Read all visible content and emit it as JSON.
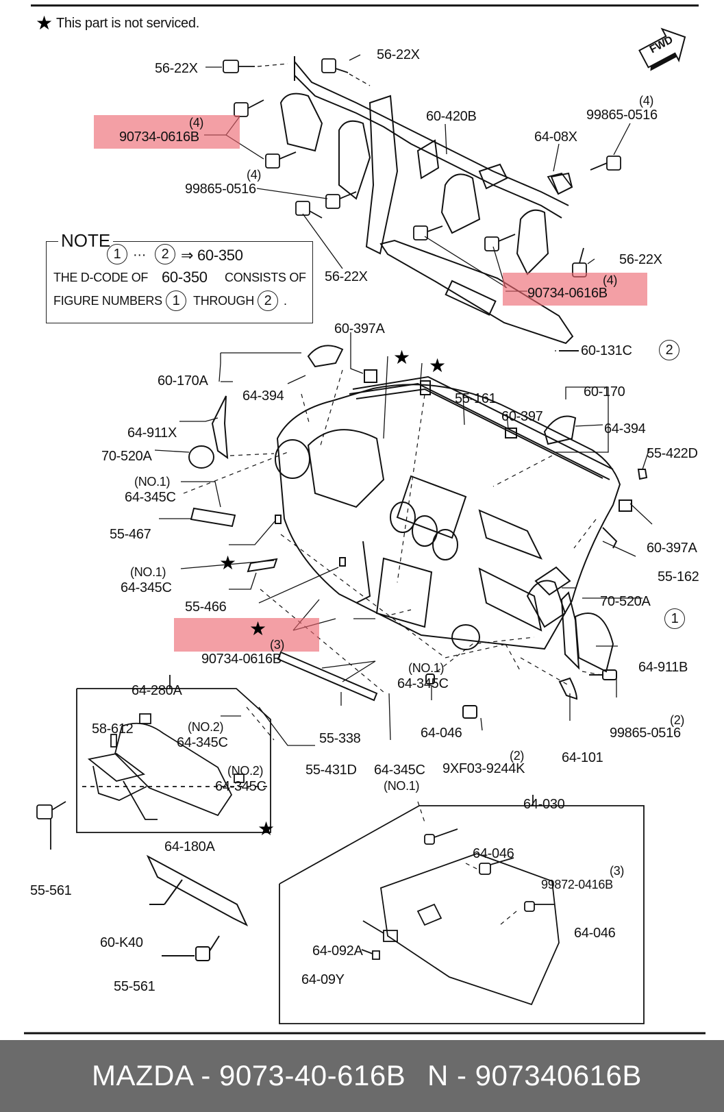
{
  "header": {
    "note": "This part is not serviced."
  },
  "fwd_label": "FWD",
  "note_box": {
    "title": "NOTE",
    "circle1": "1",
    "dots": "···",
    "circle2": "2",
    "arrow_code": "⇒ 60-350",
    "line1_a": "THE D-CODE OF",
    "line1_b": "60-350",
    "line1_c": "CONSISTS OF",
    "line2_a": "FIGURE NUMBERS",
    "line2_b": "THROUGH",
    "line2_c": "."
  },
  "highlight_color": "#ec646e",
  "labels": {
    "l01": "56-22X",
    "l02": "56-22X",
    "l03q": "(4)",
    "l03": "90734-0616B",
    "l04q": "(4)",
    "l04": "99865-0516",
    "l05": "60-420B",
    "l06q": "(4)",
    "l06": "99865-0516",
    "l07": "64-08X",
    "l08": "56-22X",
    "l09": "56-22X",
    "l10q": "(4)",
    "l10": "90734-0616B",
    "l11": "60-131C",
    "l11c": "2",
    "l12": "60-397A",
    "l13": "60-170A",
    "l14": "64-394",
    "l15": "55-161",
    "l16": "60-170",
    "l17": "64-911X",
    "l18": "60-397",
    "l19": "64-394",
    "l20": "70-520A",
    "l21": "55-422D",
    "l22q": "(NO.1)",
    "l22": "64-345C",
    "l23": "55-467",
    "l24": "60-397A",
    "l25": "55-162",
    "l26q": "(NO.1)",
    "l26": "64-345C",
    "l27": "55-466",
    "l28": "70-520A",
    "l28c": "1",
    "l29q": "(3)",
    "l29": "90734-0616B",
    "l30": "64-911B",
    "l31q": "(NO.1)",
    "l31": "64-345C",
    "l32": "64-280A",
    "l33": "64-046",
    "l34q": "(2)",
    "l34": "99865-0516",
    "l35": "58-612",
    "l36q": "(NO.2)",
    "l36": "64-345C",
    "l37": "55-338",
    "l38q": "(2)",
    "l38": "9XF03-9244K",
    "l39": "64-101",
    "l40": "55-431D",
    "l41": "64-345C",
    "l41q": "(NO.1)",
    "l42q": "(NO.2)",
    "l42": "64-345C",
    "l43": "64-180A",
    "l44": "55-561",
    "l45": "64-030",
    "l46": "64-046",
    "l47q": "(3)",
    "l47": "99872-0416B",
    "l48": "60-K40",
    "l49": "64-046",
    "l50": "64-092A",
    "l51": "64-09Y",
    "l52": "55-561"
  },
  "footer": {
    "left": "MAZDA - 9073-40-616B",
    "right": "N - 907340616B"
  }
}
